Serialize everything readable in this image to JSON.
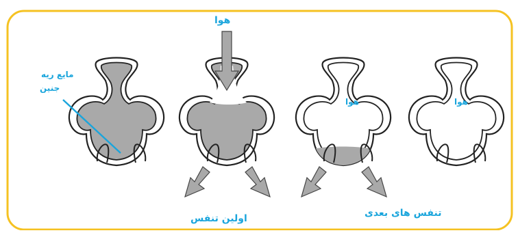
{
  "colors": {
    "frame": "#f5c222",
    "label": "#1aa5dc",
    "fluid": "#a9a9a9",
    "outline": "#222222",
    "arrow_fill": "#a9a9a9"
  },
  "labels": {
    "air_top": "هوا",
    "lung_fluid": "مایع ریه",
    "fetus": "جنین",
    "air_third": "هوا",
    "air_fourth": "هوا",
    "first_breath": "اولین تنفس",
    "next_breaths": "تنفس های بعدی"
  },
  "icons": {
    "air_in_arrow": "down-arrow-icon",
    "out_arrow": "diagonal-down-arrow-icon"
  }
}
